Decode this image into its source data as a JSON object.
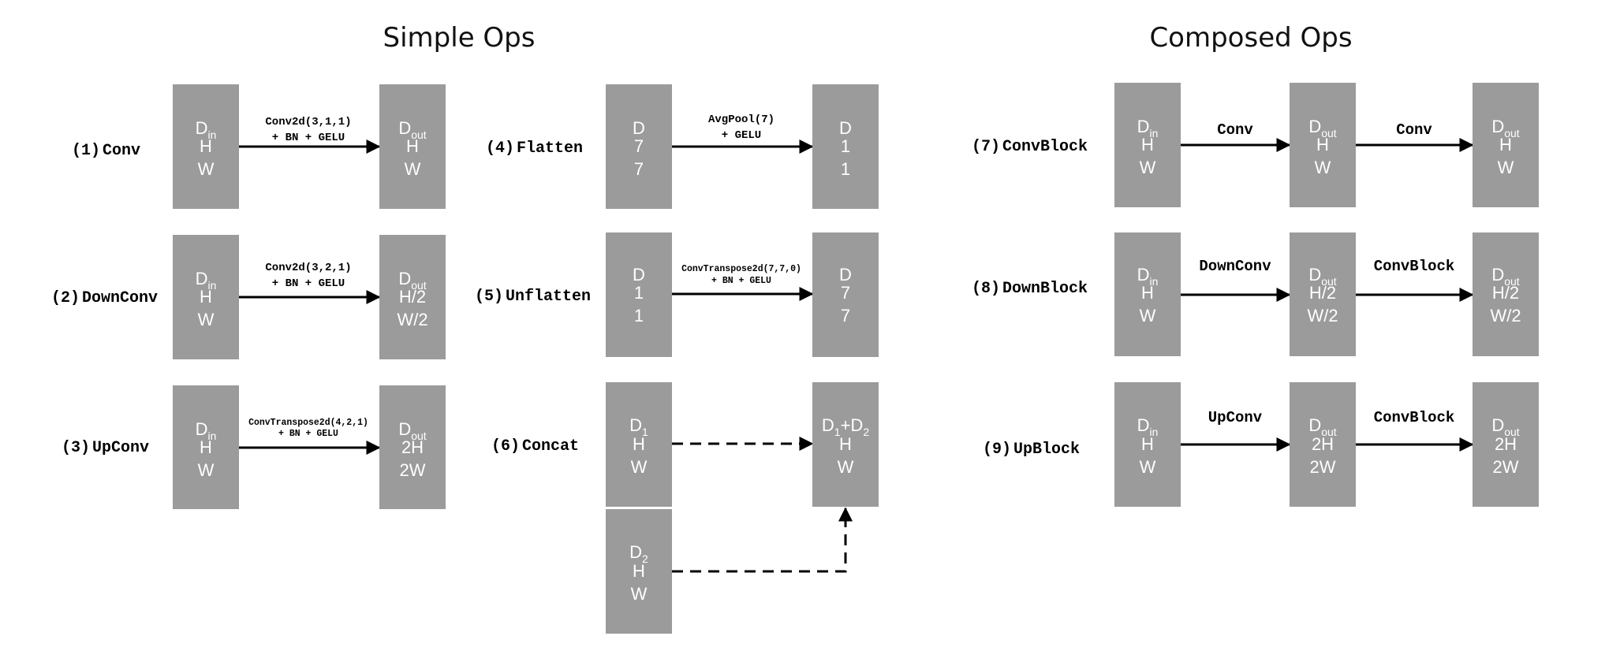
{
  "titles": {
    "simple": "Simple Ops",
    "composed": "Composed Ops"
  },
  "colors": {
    "box": "#9b9b9b",
    "box_text": "#ffffff",
    "line": "#000000"
  },
  "ops": {
    "conv": {
      "num": "(1)",
      "name": "Conv",
      "label1": "Conv2d(3,1,1)",
      "label2": "+ BN + GELU",
      "in": {
        "d": "D",
        "d_sub": "in",
        "l2": "H",
        "l3": "W"
      },
      "out": {
        "d": "D",
        "d_sub": "out",
        "l2": "H",
        "l3": "W"
      }
    },
    "downconv": {
      "num": "(2)",
      "name": "DownConv",
      "label1": "Conv2d(3,2,1)",
      "label2": "+ BN + GELU",
      "in": {
        "d": "D",
        "d_sub": "in",
        "l2": "H",
        "l3": "W"
      },
      "out": {
        "d": "D",
        "d_sub": "out",
        "l2": "H/2",
        "l3": "W/2"
      }
    },
    "upconv": {
      "num": "(3)",
      "name": "UpConv",
      "label1": "ConvTranspose2d(4,2,1)",
      "label2": "+ BN + GELU",
      "in": {
        "d": "D",
        "d_sub": "in",
        "l2": "H",
        "l3": "W"
      },
      "out": {
        "d": "D",
        "d_sub": "out",
        "l2": "2H",
        "l3": "2W"
      }
    },
    "flatten": {
      "num": "(4)",
      "name": "Flatten",
      "label1": "AvgPool(7)",
      "label2": "+ GELU",
      "in": {
        "l1": "D",
        "l2": "7",
        "l3": "7"
      },
      "out": {
        "l1": "D",
        "l2": "1",
        "l3": "1"
      }
    },
    "unflatten": {
      "num": "(5)",
      "name": "Unflatten",
      "label1": "ConvTranspose2d(7,7,0)",
      "label2": "+ BN + GELU",
      "in": {
        "l1": "D",
        "l2": "1",
        "l3": "1"
      },
      "out": {
        "l1": "D",
        "l2": "7",
        "l3": "7"
      }
    },
    "concat": {
      "num": "(6)",
      "name": "Concat",
      "in1": {
        "d": "D",
        "d_sub": "1",
        "l2": "H",
        "l3": "W"
      },
      "in2": {
        "d": "D",
        "d_sub": "2",
        "l2": "H",
        "l3": "W"
      },
      "out": {
        "d1": "D",
        "d1_sub": "1",
        "plus": "+",
        "d2": "D",
        "d2_sub": "2",
        "l2": "H",
        "l3": "W"
      }
    },
    "convblock": {
      "num": "(7)",
      "name": "ConvBlock",
      "arrow1": "Conv",
      "arrow2": "Conv",
      "b1": {
        "d": "D",
        "d_sub": "in",
        "l2": "H",
        "l3": "W"
      },
      "b2": {
        "d": "D",
        "d_sub": "out",
        "l2": "H",
        "l3": "W"
      },
      "b3": {
        "d": "D",
        "d_sub": "out",
        "l2": "H",
        "l3": "W"
      }
    },
    "downblock": {
      "num": "(8)",
      "name": "DownBlock",
      "arrow1": "DownConv",
      "arrow2": "ConvBlock",
      "b1": {
        "d": "D",
        "d_sub": "in",
        "l2": "H",
        "l3": "W"
      },
      "b2": {
        "d": "D",
        "d_sub": "out",
        "l2": "H/2",
        "l3": "W/2"
      },
      "b3": {
        "d": "D",
        "d_sub": "out",
        "l2": "H/2",
        "l3": "W/2"
      }
    },
    "upblock": {
      "num": "(9)",
      "name": "UpBlock",
      "arrow1": "UpConv",
      "arrow2": "ConvBlock",
      "b1": {
        "d": "D",
        "d_sub": "in",
        "l2": "H",
        "l3": "W"
      },
      "b2": {
        "d": "D",
        "d_sub": "out",
        "l2": "2H",
        "l3": "2W"
      },
      "b3": {
        "d": "D",
        "d_sub": "out",
        "l2": "2H",
        "l3": "2W"
      }
    }
  }
}
